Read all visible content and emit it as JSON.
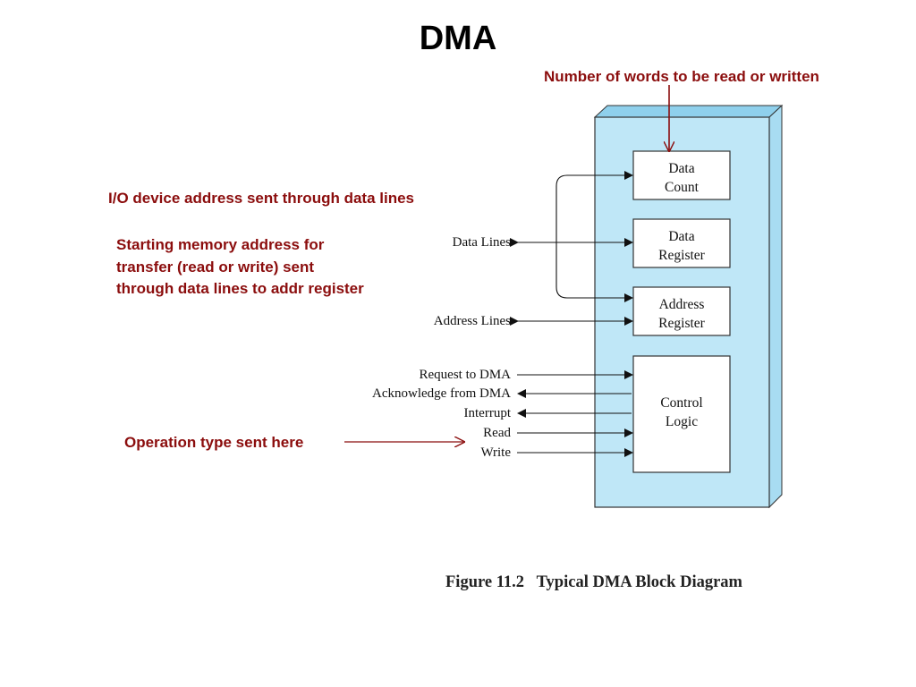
{
  "title": "DMA",
  "annotations": {
    "word_count": "Number of words to be read or written",
    "io_address": "I/O device address sent  through data lines",
    "start_address": [
      "Starting memory address for",
      "transfer (read or write) sent",
      "through data lines to addr register"
    ],
    "operation_type": "Operation type sent here"
  },
  "blocks": {
    "data_count": [
      "Data",
      "Count"
    ],
    "data_register": [
      "Data",
      "Register"
    ],
    "address_register": [
      "Address",
      "Register"
    ],
    "control_logic": [
      "Control",
      "Logic"
    ]
  },
  "signals": {
    "data_lines": "Data Lines",
    "address_lines": "Address Lines",
    "request": "Request to DMA",
    "acknowledge": "Acknowledge from DMA",
    "interrupt": "Interrupt",
    "read": "Read",
    "write": "Write"
  },
  "caption": "Figure 11.2   Typical DMA Block Diagram",
  "colors": {
    "annotation": "#8b0d0d",
    "module_fill": "#bfe7f7",
    "module_top": "#8fd0ec",
    "module_side": "#a8dcf2"
  }
}
